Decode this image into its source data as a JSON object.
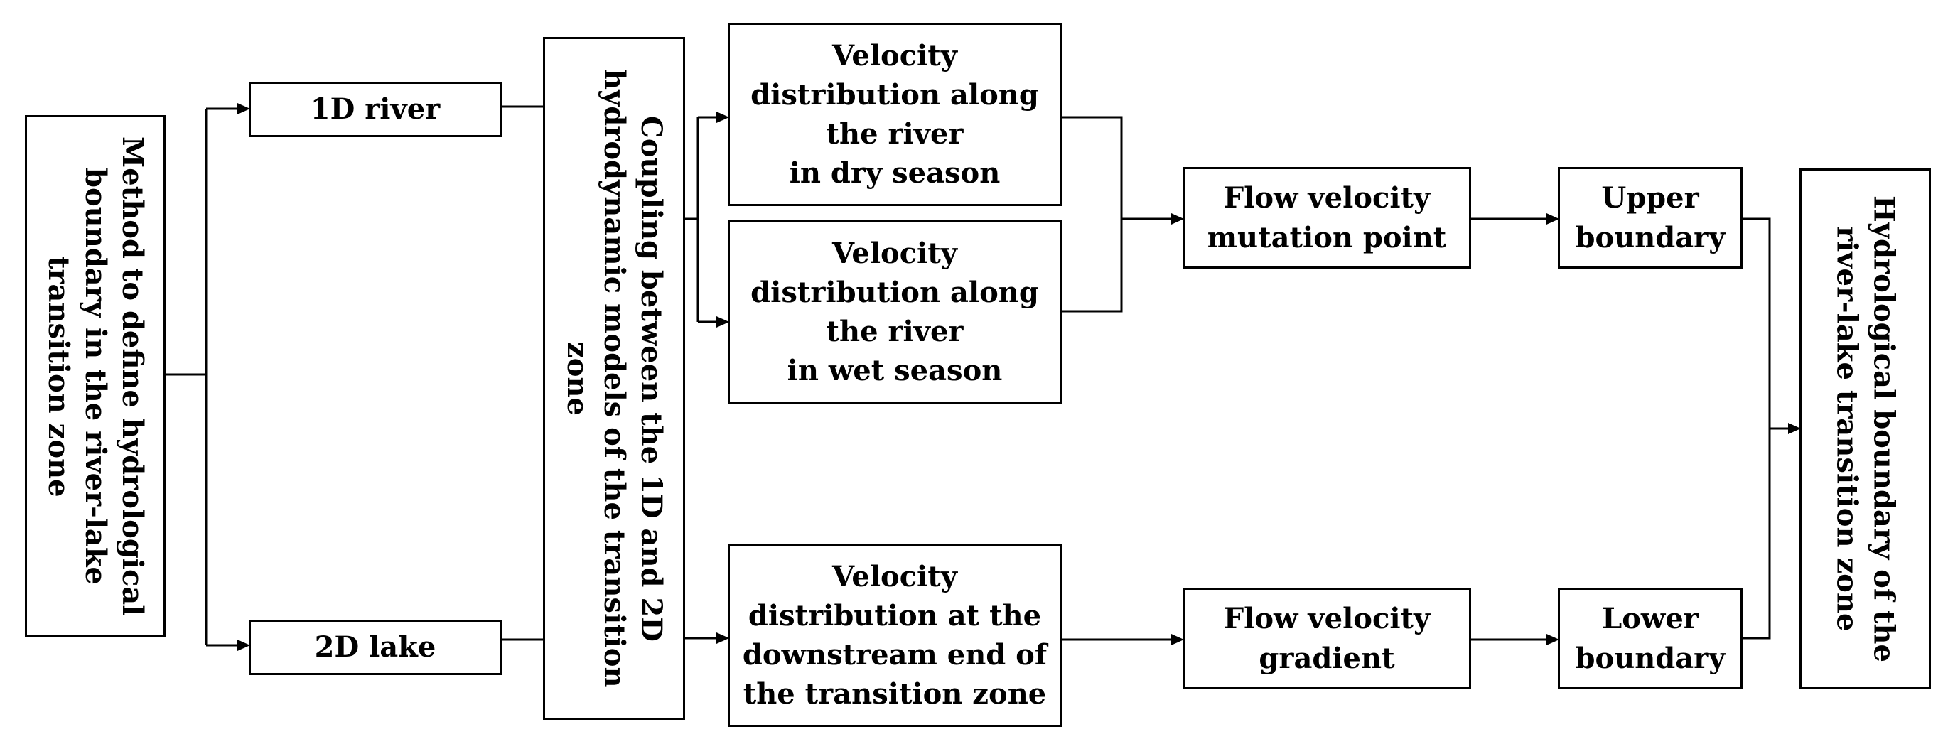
{
  "diagram": {
    "nodes": {
      "method": "Method to define hydrological\nboundary in the river-lake\ntransition zone",
      "river_1d": "1D  river",
      "lake_2d": "2D lake",
      "coupling": "Coupling between the 1D and 2D\nhydrodynamic models of the transition\nzone",
      "dry": "Velocity\ndistribution along\nthe river\nin dry season",
      "wet": "Velocity\ndistribution along\nthe river\nin wet season",
      "downstream": "Velocity\ndistribution at the\ndownstream end of\nthe transition zone",
      "mutation": "Flow velocity\nmutation point",
      "gradient": "Flow velocity\ngradient",
      "upper": "Upper\nboundary",
      "lower": "Lower\nboundary",
      "final": "Hydrological boundary of the\nriver-lake transition zone"
    },
    "edges": [
      {
        "from": "method",
        "to": "river_1d"
      },
      {
        "from": "method",
        "to": "lake_2d"
      },
      {
        "from": "river_1d",
        "to": "coupling"
      },
      {
        "from": "lake_2d",
        "to": "coupling"
      },
      {
        "from": "coupling",
        "to": "dry"
      },
      {
        "from": "coupling",
        "to": "wet"
      },
      {
        "from": "coupling",
        "to": "downstream"
      },
      {
        "from": "dry",
        "to": "mutation"
      },
      {
        "from": "wet",
        "to": "mutation"
      },
      {
        "from": "mutation",
        "to": "upper"
      },
      {
        "from": "downstream",
        "to": "gradient"
      },
      {
        "from": "gradient",
        "to": "lower"
      },
      {
        "from": "upper",
        "to": "final"
      },
      {
        "from": "lower",
        "to": "final"
      }
    ]
  }
}
